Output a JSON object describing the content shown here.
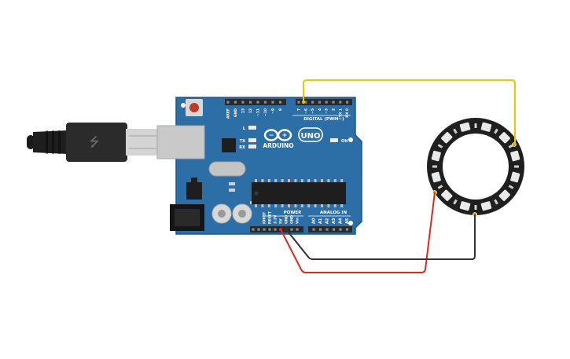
{
  "board": {
    "brand": "ARDUINO",
    "model": "UNO",
    "header_digital": "DIGITAL (PWM~)",
    "header_power": "POWER",
    "header_analog": "ANALOG IN",
    "led_l": "L",
    "led_tx": "TX",
    "led_rx": "RX",
    "led_on": "ON",
    "top_pin_labels": [
      "AREF",
      "GND",
      "13",
      "12",
      "~11",
      "~10",
      "~9",
      "8",
      "7",
      "~6",
      "~5",
      "4",
      "~3",
      "2",
      "TX 1",
      "RX 0"
    ],
    "power_pin_labels": [
      "IOREF",
      "RESET",
      "3.3V",
      "5V",
      "GND",
      "GND",
      "Vin"
    ],
    "analog_pin_labels": [
      "A0",
      "A1",
      "A2",
      "A3",
      "A4",
      "A5"
    ]
  },
  "neopixel_ring": {
    "led_count": 12,
    "led_color": "#e9e9e9",
    "ring_color": "#1f1f1f"
  },
  "wires": [
    {
      "name": "data-wire",
      "color": "#f2c500"
    },
    {
      "name": "power-wire",
      "color": "#e1261c"
    },
    {
      "name": "ground-wire",
      "color": "#333333"
    }
  ],
  "colors": {
    "board": "#2c6ea6",
    "board_edge": "#1f5786",
    "header": "#2a2a2a",
    "chip": "#1e1e1e"
  }
}
